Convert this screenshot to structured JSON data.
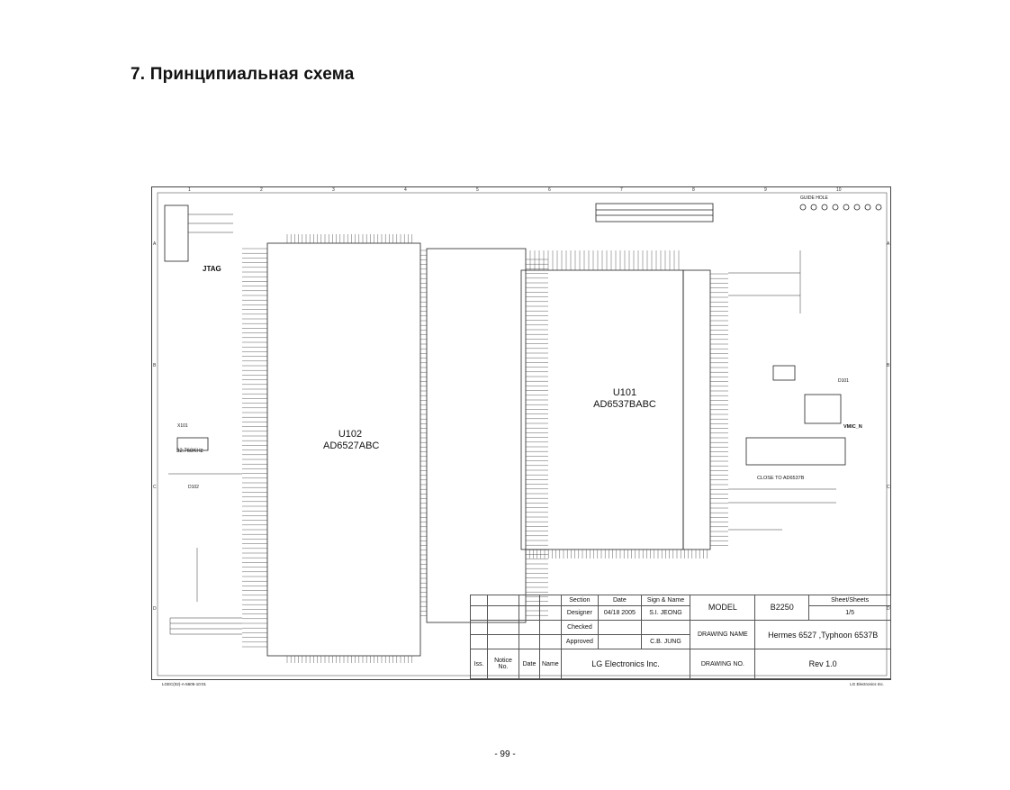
{
  "page": {
    "title": "7. Принципиальная схема",
    "page_number": "- 99 -"
  },
  "schematic": {
    "chip_u102": {
      "ref": "U102",
      "part": "AD6527ABC"
    },
    "chip_u101": {
      "ref": "U101",
      "part": "AD6537BABC"
    },
    "jtag_label": "JTAG",
    "guide_hole_label": "GUIDE HOLE",
    "close_to_label": "CLOSE TO AD6537B",
    "vmic_label": "VMIC_N",
    "crystal_label": "32.768KHz",
    "diode_d101": "D101",
    "diode_d102": "D102",
    "x101": "X101",
    "grid_numbers": [
      "1",
      "2",
      "3",
      "4",
      "5",
      "6",
      "7",
      "8",
      "9",
      "10"
    ],
    "grid_letters": [
      "A",
      "B",
      "C",
      "D"
    ]
  },
  "title_block": {
    "col_section": "Section",
    "col_date": "Date",
    "col_sign": "Sign & Name",
    "designer_label": "Designer",
    "designer_date": "04/18 2005",
    "designer_name": "S.I. JEONG",
    "checked_label": "Checked",
    "approved_label": "Approved",
    "approved_name": "C.B. JUNG",
    "model_label": "MODEL",
    "model_value": "B2250",
    "sheet_label": "Sheet/Sheets",
    "sheet_value": "1/5",
    "drawing_name_label": "DRAWING NAME",
    "drawing_name_value": "Hermes 6527 ,Typhoon 6537B",
    "iss_label": "Iss.",
    "notice_label": "Notice No.",
    "date_label": "Date",
    "name_label": "Name",
    "company": "LG Electronics Inc.",
    "drawing_no_label": "DRAWING NO.",
    "rev": "Rev 1.0"
  },
  "footer": {
    "left": "LGEC(02)-A-5605-10:01",
    "right": "LG Electronics Inc."
  }
}
